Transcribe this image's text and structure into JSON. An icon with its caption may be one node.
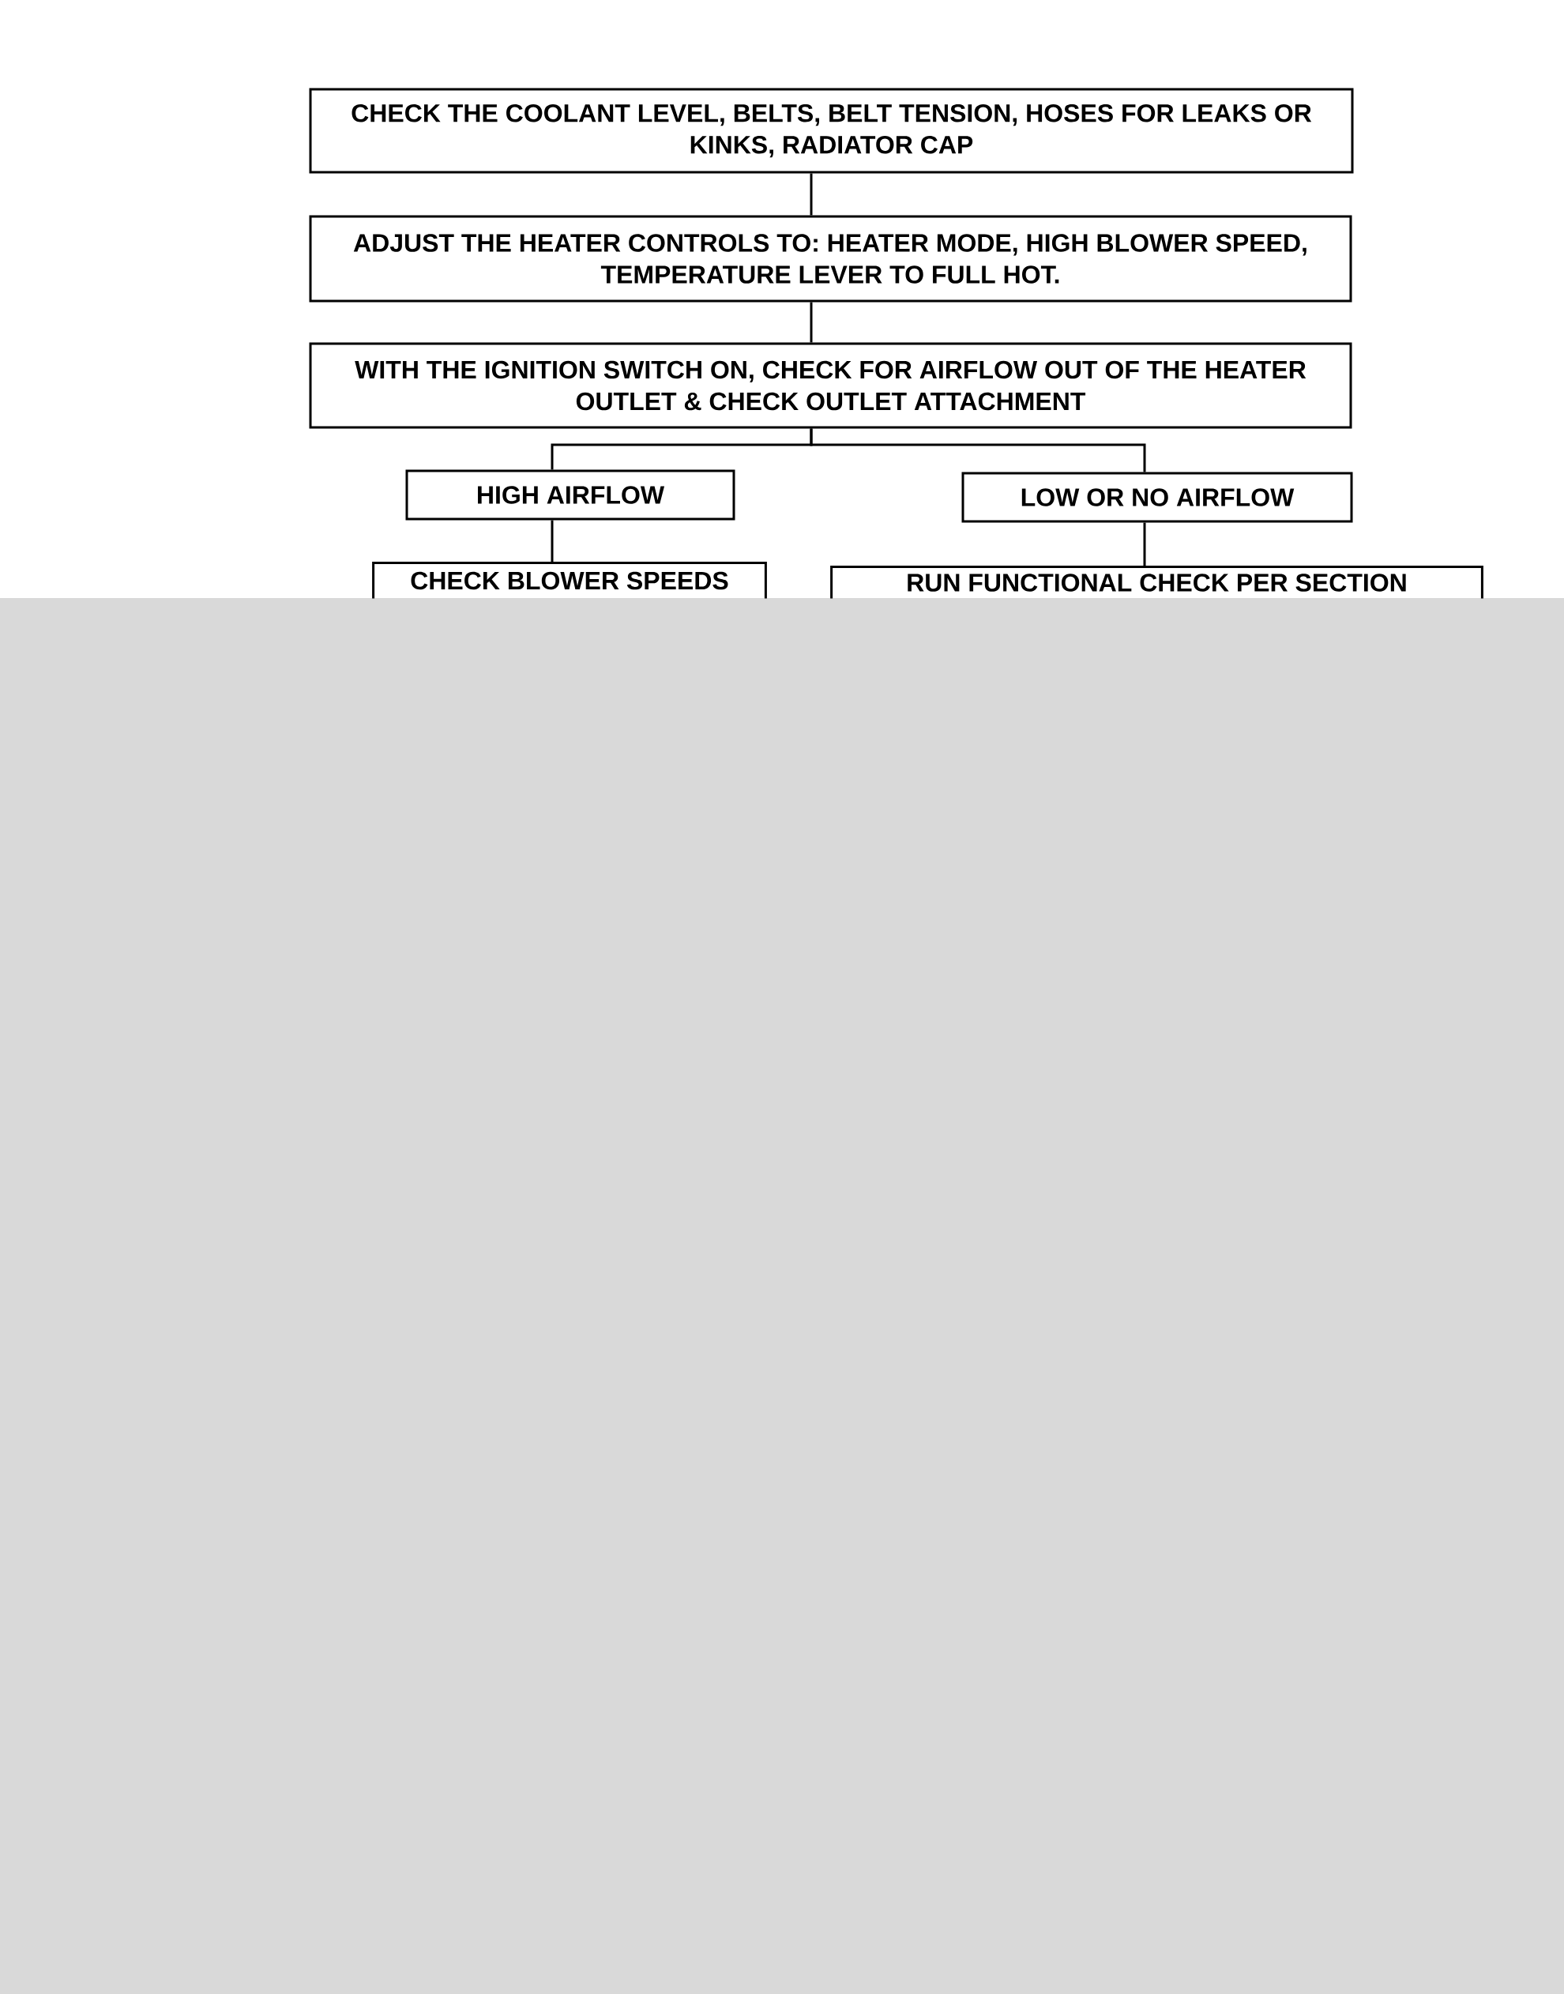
{
  "diagram": {
    "nodes": [
      {
        "text": [
          "CHECK THE COOLANT LEVEL, BELTS, BELT TENSION, HOSES FOR LEAKS OR KINKS, RADIATOR CAP"
        ]
      },
      {
        "text": [
          "ADJUST THE HEATER CONTROLS TO: HEATER MODE, HIGH BLOWER SPEED, TEMPERATURE LEVER TO FULL HOT."
        ]
      },
      {
        "text": [
          "WITH THE IGNITION SWITCH ON, CHECK FOR AIRFLOW OUT OF THE HEATER OUTLET & CHECK OUTLET ATTACHMENT"
        ]
      },
      {
        "text": [
          "HIGH AIRFLOW"
        ]
      },
      {
        "text": [
          "LOW OR NO AIRFLOW"
        ]
      },
      {
        "text": [
          "CHECK BLOWER SPEEDS"
        ]
      },
      {
        "text": [
          "RUN FUNCTIONAL CHECK PER SECTION"
        ]
      }
    ],
    "edges": [
      {
        "from": 0,
        "to": 1,
        "arrow": "none"
      },
      {
        "from": 1,
        "to": 2,
        "arrow": "none"
      },
      {
        "from": 2,
        "to": 3,
        "arrow": "none"
      },
      {
        "from": 2,
        "to": 4,
        "arrow": "none"
      },
      {
        "from": 3,
        "to": 5,
        "arrow": "none"
      },
      {
        "from": 4,
        "to": 6,
        "arrow": "none"
      }
    ]
  }
}
